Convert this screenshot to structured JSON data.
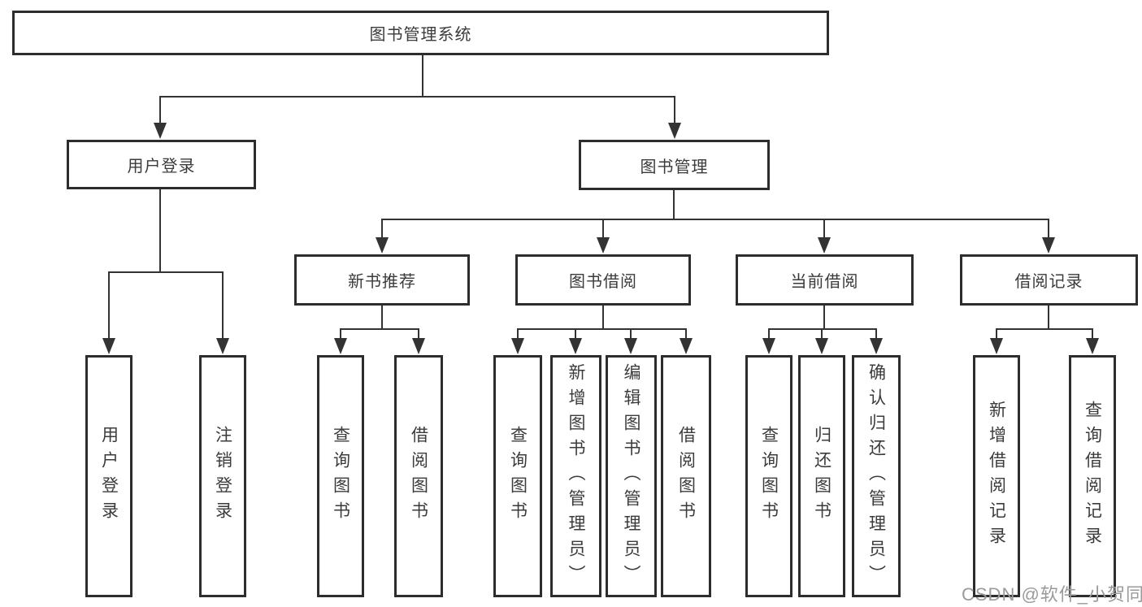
{
  "diagram": {
    "root": {
      "label": "图书管理系统"
    },
    "user_login": {
      "label": "用户登录",
      "children": [
        {
          "label": "用户登录"
        },
        {
          "label": "注销登录"
        }
      ]
    },
    "book_mgmt": {
      "label": "图书管理",
      "children": [
        {
          "label": "新书推荐",
          "children": [
            {
              "label": "查询图书"
            },
            {
              "label": "借阅图书"
            }
          ]
        },
        {
          "label": "图书借阅",
          "children": [
            {
              "label": "查询图书"
            },
            {
              "label": "新增图书（管理员）"
            },
            {
              "label": "编辑图书（管理员）"
            },
            {
              "label": "借阅图书"
            }
          ]
        },
        {
          "label": "当前借阅",
          "children": [
            {
              "label": "查询图书"
            },
            {
              "label": "归还图书"
            },
            {
              "label": "确认归还（管理员）"
            }
          ]
        },
        {
          "label": "借阅记录",
          "children": [
            {
              "label": "新增借阅记录"
            },
            {
              "label": "查询借阅记录"
            }
          ]
        }
      ]
    }
  },
  "watermark": {
    "text": "CSDN @软件_小贺同学"
  },
  "colors": {
    "line": "#333333",
    "box_border": "#2d2d2d",
    "text": "#3b3b3b",
    "watermark": "#9a9a9a",
    "background": "#ffffff"
  }
}
